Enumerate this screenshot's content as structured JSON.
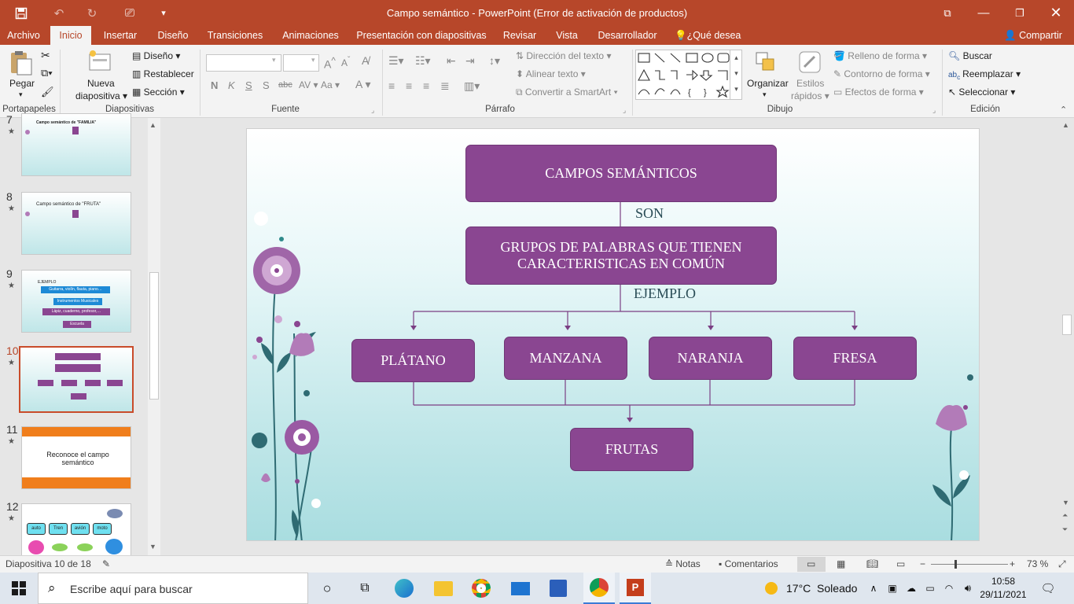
{
  "window": {
    "title": "Campo semántico - PowerPoint (Error de activación de productos)"
  },
  "ribbon_tabs": [
    "Archivo",
    "Inicio",
    "Insertar",
    "Diseño",
    "Transiciones",
    "Animaciones",
    "Presentación con diapositivas",
    "Revisar",
    "Vista",
    "Desarrollador"
  ],
  "tell_me": "¿Qué desea hacer?",
  "share": "Compartir",
  "ribbon": {
    "portapapeles": {
      "group": "Portapapeles",
      "pegar": "Pegar"
    },
    "diapositivas": {
      "group": "Diapositivas",
      "nueva_line1": "Nueva",
      "nueva_line2": "diapositiva",
      "diseno": "Diseño",
      "restablecer": "Restablecer",
      "seccion": "Sección"
    },
    "fuente": {
      "group": "Fuente",
      "bold": "N",
      "italic": "K",
      "underline": "S",
      "shadow": "S",
      "strike": "abc"
    },
    "parrafo": {
      "group": "Párrafo",
      "direccion": "Dirección del texto",
      "alinear": "Alinear texto",
      "smartart": "Convertir a SmartArt"
    },
    "dibujo": {
      "group": "Dibujo",
      "organizar": "Organizar",
      "estilos1": "Estilos",
      "estilos2": "rápidos",
      "relleno": "Relleno de forma",
      "contorno": "Contorno de forma",
      "efectos": "Efectos de forma"
    },
    "edicion": {
      "group": "Edición",
      "buscar": "Buscar",
      "reemplazar": "Reemplazar",
      "seleccionar": "Seleccionar"
    }
  },
  "thumbnails": [
    {
      "num": "7",
      "title": "Campo semántico de \"FAMILIA\""
    },
    {
      "num": "8",
      "title": "Campo semántico de \"FRUTA\""
    },
    {
      "num": "9",
      "title": "EJEMPLO",
      "rows": [
        "Guitarra, violín, flauta, piano…",
        "Instrumentos Musicales",
        "Lápiz, cuaderno, profesor,…",
        "Escuela"
      ]
    },
    {
      "num": "10"
    },
    {
      "num": "11",
      "text": "Reconoce el campo semántico"
    },
    {
      "num": "12",
      "buttons": [
        "auto",
        "Tren",
        "avión",
        "moto"
      ]
    }
  ],
  "slide": {
    "top_box": "CAMPOS SEMÁNTICOS",
    "connector1": "SON",
    "middle_box_line1": "GRUPOS DE PALABRAS QUE TIENEN",
    "middle_box_line2": "CARACTERISTICAS EN COMÚN",
    "connector2": "EJEMPLO",
    "items": [
      "PLÁTANO",
      "MANZANA",
      "NARANJA",
      "FRESA"
    ],
    "bottom_box": "FRUTAS"
  },
  "status": {
    "slide_info": "Diapositiva 10 de 18",
    "notas": "Notas",
    "comentarios": "Comentarios",
    "zoom": "73 %"
  },
  "taskbar": {
    "search_placeholder": "Escribe aquí para buscar",
    "weather": "17°C  Soleado",
    "time": "10:58",
    "date": "29/11/2021"
  },
  "colors": {
    "accent": "#b7472a",
    "box": "#8a4691",
    "connector": "#7b3f84"
  }
}
